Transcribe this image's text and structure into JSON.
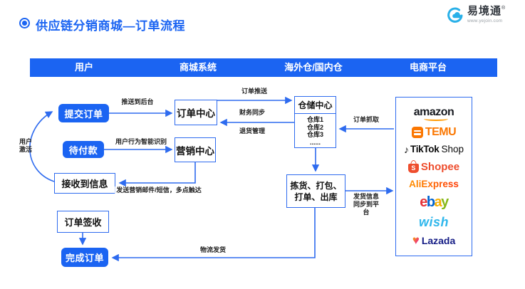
{
  "page": {
    "title": "供应链分销商城—订单流程",
    "logo": {
      "brand": "易境通",
      "reg": "®",
      "url": "www.yejoin.com"
    }
  },
  "lanes": [
    "用户",
    "商城系统",
    "海外仓/国内仓",
    "电商平台"
  ],
  "nodes": {
    "submit_order": "提交订单",
    "pending_payment": "待付款",
    "received_info": "接收到信息",
    "order_signed": "订单签收",
    "complete_order": "完成订单",
    "order_center": "订单中心",
    "marketing_center": "营销中心",
    "warehouse_center": "仓储中心",
    "warehouses": [
      "仓库1",
      "仓库2",
      "仓库3",
      "......"
    ],
    "fulfillment": "拣货、打包、打单、出库"
  },
  "edge_labels": {
    "push_backend": "推送到后台",
    "user_behavior": "用户行为智能识别",
    "send_marketing": "发送营销邮件/短信，多点触达",
    "user_activation": "用户激活",
    "order_push": "订单推送",
    "finance_sync": "财务同步",
    "return_mgmt": "退货管理",
    "order_fetch": "订单抓取",
    "shipping_sync": "发货信息同步到平台",
    "logistics_ship": "物流发货"
  },
  "platforms": [
    {
      "id": "amazon",
      "label": "amazon"
    },
    {
      "id": "temu",
      "label": "TEMU"
    },
    {
      "id": "tiktok-shop",
      "label": "TikTok",
      "label2": "Shop"
    },
    {
      "id": "shopee",
      "label": "Shopee",
      "icon_letter": "S"
    },
    {
      "id": "aliexpress",
      "label": "AliExpress"
    },
    {
      "id": "ebay",
      "letters": [
        "e",
        "b",
        "a",
        "y"
      ]
    },
    {
      "id": "wish",
      "label": "wish"
    },
    {
      "id": "lazada",
      "label": "Lazada"
    }
  ],
  "colors": {
    "primary_blue": "#1b64f2",
    "border_blue": "#2e6bef",
    "label_text": "#222222",
    "brand_cyan": "#29b0e8",
    "amazon_orange": "#ff9900",
    "temu_orange": "#fb7701",
    "shopee_orange": "#ee4d2d",
    "ebay_colors": [
      "#e53238",
      "#0064d2",
      "#f5af02",
      "#86b817"
    ],
    "wish_blue": "#2fb7ec",
    "lazada_navy": "#141c85"
  }
}
